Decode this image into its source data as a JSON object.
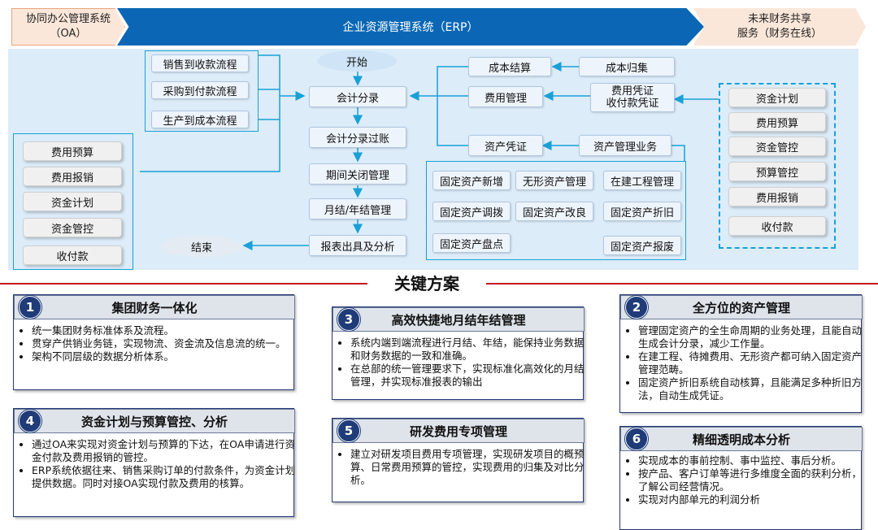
{
  "banner": {
    "oa": "协同办公管理系统\n（OA）",
    "erp": "企业资源管理系统（ERP）",
    "finance": "未来财务共享\n服务（财务在线）"
  },
  "left_group": [
    "费用预算",
    "费用报销",
    "资金计划",
    "资金管控",
    "收付款"
  ],
  "process_group": [
    "销售到收款流程",
    "采购到付款流程",
    "生产到成本流程"
  ],
  "center_flow": {
    "start": "开始",
    "steps": [
      "会计分录",
      "会计分录过账",
      "期间关闭管理",
      "月结/年结管理",
      "报表出具及分析"
    ],
    "end": "结束"
  },
  "middle_right": {
    "cost_calc": "成本结算",
    "cost_collect": "成本归集",
    "expense_mgmt": "费用管理",
    "expense_voucher": "费用凭证\n收付款凭证",
    "asset_voucher": "资产凭证",
    "asset_business": "资产管理业务"
  },
  "asset_group": [
    "固定资产新增",
    "无形资产管理",
    "在建工程管理",
    "固定资产调拨",
    "固定资产改良",
    "固定资产折旧",
    "固定资产盘点",
    "固定资产报废"
  ],
  "right_group": [
    "资金计划",
    "费用预算",
    "资金管控",
    "预算管控",
    "费用报销",
    "收付款"
  ],
  "key_title": "关键方案",
  "cards": [
    {
      "num": "1",
      "title": "集团财务一体化",
      "bullets": [
        "统一集团财务标准体系及流程。",
        "贯穿产供销业务链，实现物流、资金流及信息流的统一。",
        "架构不同层级的数据分析体系。"
      ]
    },
    {
      "num": "3",
      "title": "高效快捷地月结年结管理",
      "bullets": [
        "系统内端到端流程进行月结、年结，能保持业务数据和财务数据的一致和准确。",
        "在总部的统一管理要求下，实现标准化高效化的月结管理，并实现标准报表的输出"
      ]
    },
    {
      "num": "2",
      "title": "全方位的资产管理",
      "bullets": [
        "管理固定资产的全生命周期的业务处理，且能自动生成会计分录，减少工作量。",
        "在建工程、待摊费用、无形资产都可纳入固定资产管理范畴。",
        "固定资产折旧系统自动核算，且能满足多种折旧方法，自动生成凭证。"
      ]
    },
    {
      "num": "4",
      "title": "资金计划与预算管控、分析",
      "bullets": [
        "通过OA来实现对资金计划与预算的下达，在OA申请进行资金付款及费用报销的管控。",
        "ERP系统依据往来、销售采购订单的付款条件，为资金计划提供数据。同时对接OA实现付款及费用的核算。"
      ]
    },
    {
      "num": "5",
      "title": "研发费用专项管理",
      "bullets": [
        "建立对研发项目费用专项管理，实现研发项目的概预算、日常费用预算的管控，实现费用的归集及对比分析。"
      ]
    },
    {
      "num": "6",
      "title": "精细透明成本分析",
      "bullets": [
        "实现成本的事前控制、事中监控、事后分析。",
        "按产品、客户订单等进行多维度全面的获利分析，了解公司经营情况。",
        "实现对内部单元的利润分析"
      ]
    }
  ],
  "colors": {
    "erp_blue": "#0b67b5",
    "accent_red": "#c41a1a",
    "card_navy": "#1f3c78",
    "group_border": "#19a0d8"
  }
}
